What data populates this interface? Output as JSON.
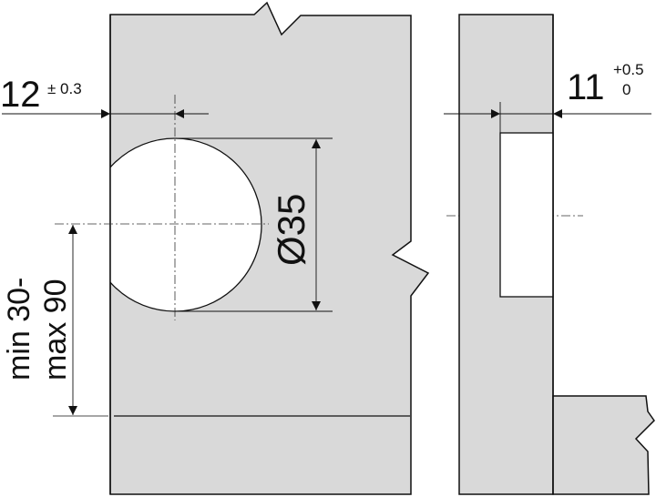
{
  "colors": {
    "panel_fill": "#d9d9d9",
    "line": "#111111",
    "hole_fill": "#ffffff"
  },
  "dimensions": {
    "edge_distance": {
      "value": "12",
      "tolerance": "± 0.3"
    },
    "hole_diameter": {
      "value": "Ø35"
    },
    "drill_depth": {
      "value": "11",
      "tol_upper": "+0.5",
      "tol_lower": "0"
    },
    "center_distance": {
      "line1": "min 30-",
      "line2": "max 90"
    }
  }
}
